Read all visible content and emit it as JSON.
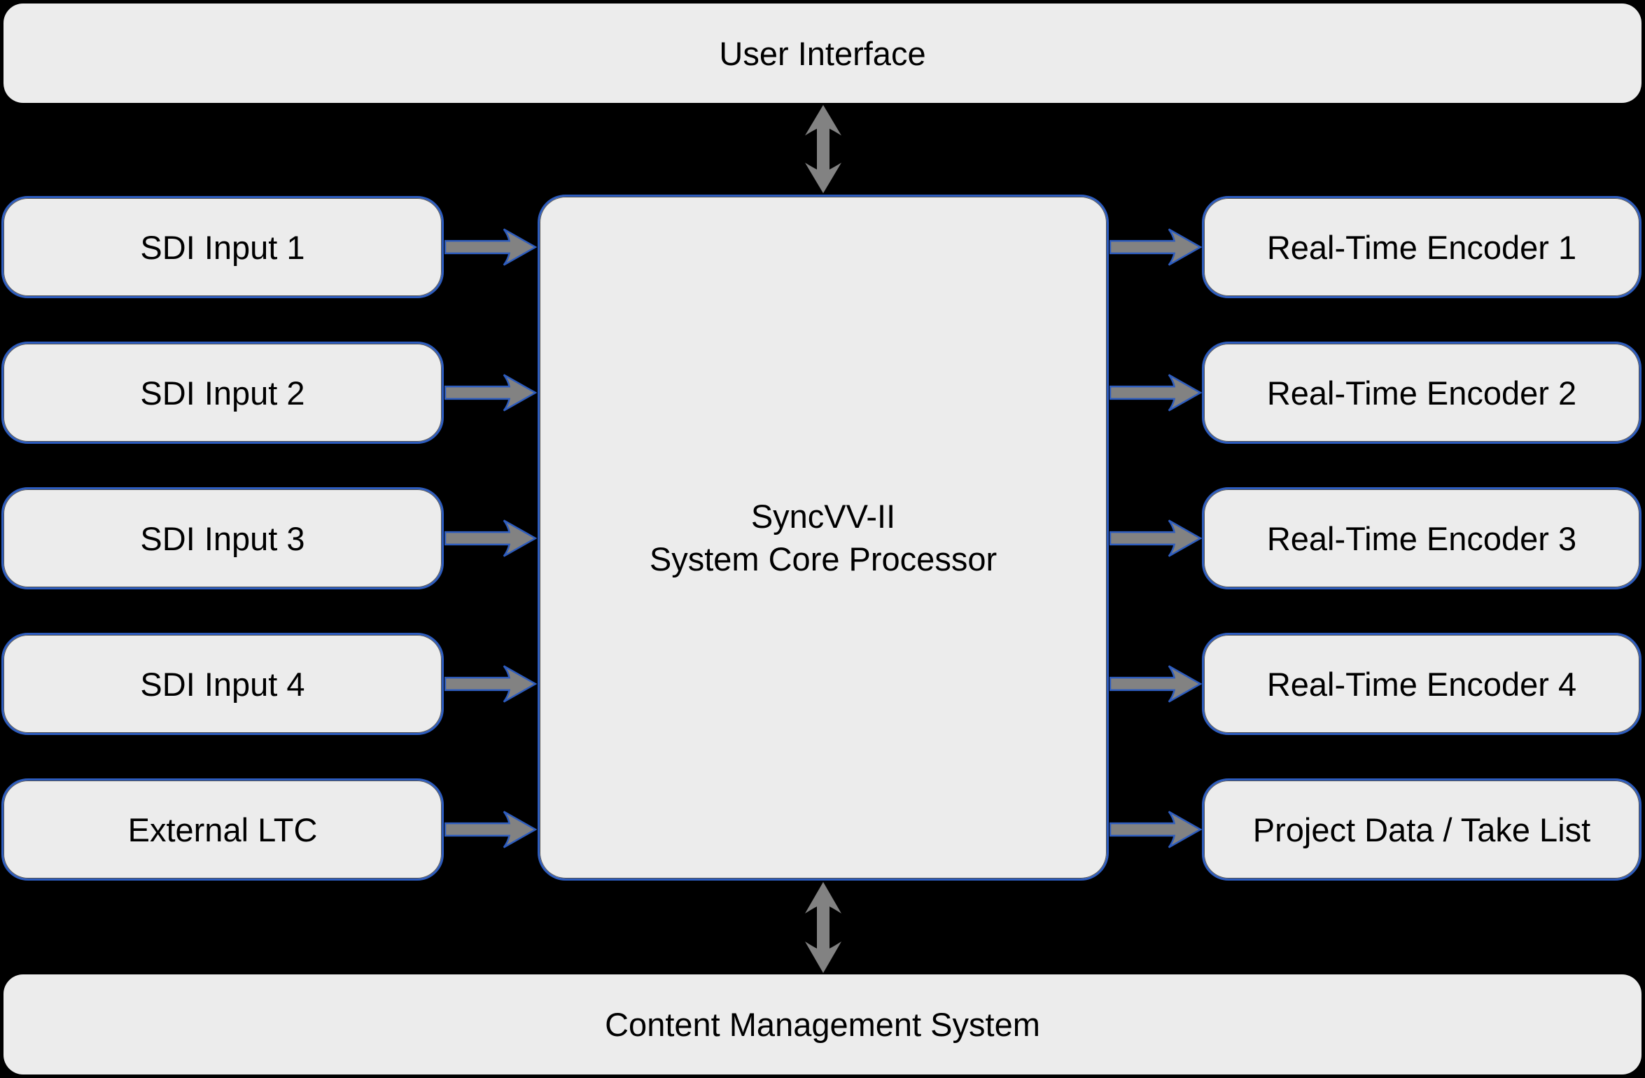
{
  "diagram": {
    "top_bar": {
      "label": "User Interface"
    },
    "bottom_bar": {
      "label": "Content Management System"
    },
    "core": {
      "line1": "SyncVV-II",
      "line2": "System Core Processor"
    },
    "inputs": [
      "SDI Input 1",
      "SDI Input 2",
      "SDI Input 3",
      "SDI Input 4",
      "External LTC"
    ],
    "outputs": [
      "Real-Time Encoder 1",
      "Real-Time Encoder 2",
      "Real-Time Encoder 3",
      "Real-Time Encoder 4",
      "Project Data / Take List"
    ],
    "connections": {
      "user_interface_to_core": "bidirectional",
      "core_to_content_management": "bidirectional",
      "inputs_to_core": "one-way into core",
      "core_to_outputs": "one-way out of core"
    }
  },
  "colors": {
    "background": "#000000",
    "box_fill": "#ececec",
    "box_border": "#2d5cbe",
    "arrow_fill": "#828282",
    "text": "#000000"
  }
}
